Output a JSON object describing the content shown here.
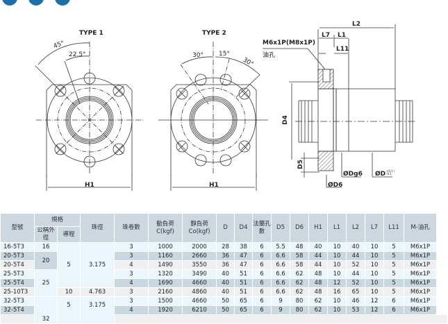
{
  "drawing": {
    "type1_title": "TYPE 1",
    "type2_title": "TYPE 2",
    "type1_angles": [
      "45°",
      "22.5°"
    ],
    "type2_angles": [
      "30°",
      "15°",
      "30°"
    ],
    "h1_label": "H1",
    "oil_hole_spec": "M6x1P(M8x1P)",
    "oil_hole_label": "油孔",
    "dims": {
      "l2": "L2",
      "l7": "L7",
      "l1": "L1",
      "l11": "L11",
      "d4": "D4",
      "d5": "D5",
      "dg6": "ØDg6",
      "d": "ØD",
      "d_tol": "+0.1 / -0.1",
      "d6": "ØD6"
    }
  },
  "table": {
    "headers": {
      "model": "型號",
      "spec": "規格",
      "nominal_dia": "公稱外徑",
      "lead": "導程",
      "ball_dia": "珠徑",
      "turns": "珠卷數",
      "dyn_load": "動負荷 C(kgf)",
      "static_load": "靜負荷 Co(kgf)",
      "D": "D",
      "D4": "D4",
      "flange_holes": "法蘭孔數",
      "D5": "D5",
      "D6": "D6",
      "H1": "H1",
      "L1": "L1",
      "L2": "L2",
      "L7": "L7",
      "L11": "L11",
      "oil": "M-油孔"
    },
    "groups": {
      "dia_16": "16",
      "dia_20": "20",
      "dia_25": "25",
      "dia_32": "32",
      "lead_5a": "5",
      "ball_a": "3.175",
      "lead_10": "10",
      "ball_b": "4.763",
      "lead_5b": "5",
      "ball_c": "3.175"
    },
    "rows": [
      {
        "model": "16-5T3",
        "turns": "3",
        "c": "1000",
        "co": "2000",
        "d": "28",
        "d4": "38",
        "holes": "6",
        "d5": "5.5",
        "d6": "48",
        "h1": "40",
        "l1": "10",
        "l2": "40",
        "l7": "10",
        "l11": "5",
        "oil": "M6x1P"
      },
      {
        "model": "20-5T3",
        "turns": "3",
        "c": "1160",
        "co": "2660",
        "d": "36",
        "d4": "47",
        "holes": "6",
        "d5": "6.6",
        "d6": "58",
        "h1": "44",
        "l1": "10",
        "l2": "44",
        "l7": "10",
        "l11": "5",
        "oil": "M6x1P"
      },
      {
        "model": "20-5T4",
        "turns": "4",
        "c": "1490",
        "co": "3550",
        "d": "36",
        "d4": "47",
        "holes": "6",
        "d5": "6.6",
        "d6": "58",
        "h1": "44",
        "l1": "10",
        "l2": "52",
        "l7": "10",
        "l11": "5",
        "oil": "M6x1P"
      },
      {
        "model": "25-5T3",
        "turns": "3",
        "c": "1320",
        "co": "3490",
        "d": "40",
        "d4": "51",
        "holes": "6",
        "d5": "6.6",
        "d6": "62",
        "h1": "48",
        "l1": "10",
        "l2": "44",
        "l7": "10",
        "l11": "5",
        "oil": "M6x1P"
      },
      {
        "model": "25-5T4",
        "turns": "4",
        "c": "1690",
        "co": "4660",
        "d": "40",
        "d4": "51",
        "holes": "6",
        "d5": "6.6",
        "d6": "62",
        "h1": "48",
        "l1": "12",
        "l2": "52",
        "l7": "10",
        "l11": "5",
        "oil": "M6x1P"
      },
      {
        "model": "25-10T3",
        "turns": "3",
        "c": "2160",
        "co": "4860",
        "d": "40",
        "d4": "51",
        "holes": "6",
        "d5": "6.6",
        "d6": "62",
        "h1": "48",
        "l1": "16",
        "l2": "65",
        "l7": "10",
        "l11": "5",
        "oil": "M6x1P"
      },
      {
        "model": "32-5T3",
        "turns": "3",
        "c": "1500",
        "co": "4660",
        "d": "50",
        "d4": "65",
        "holes": "6",
        "d5": "9",
        "d6": "80",
        "h1": "62",
        "l1": "10",
        "l2": "46",
        "l7": "12",
        "l11": "6",
        "oil": "M6x1P"
      },
      {
        "model": "32-5T4",
        "turns": "4",
        "c": "1920",
        "co": "6210",
        "d": "50",
        "d4": "65",
        "holes": "6",
        "d5": "9",
        "d6": "80",
        "h1": "62",
        "l1": "10",
        "l2": "53",
        "l7": "12",
        "l11": "6",
        "oil": "M6x1P"
      }
    ]
  },
  "colors": {
    "header_bg": "#ccd7e0",
    "row_light": "#eaf5fc",
    "row_dark": "#c9d7e1",
    "row_gray": "#efefef",
    "brand_blue": "#1d6fa5"
  }
}
